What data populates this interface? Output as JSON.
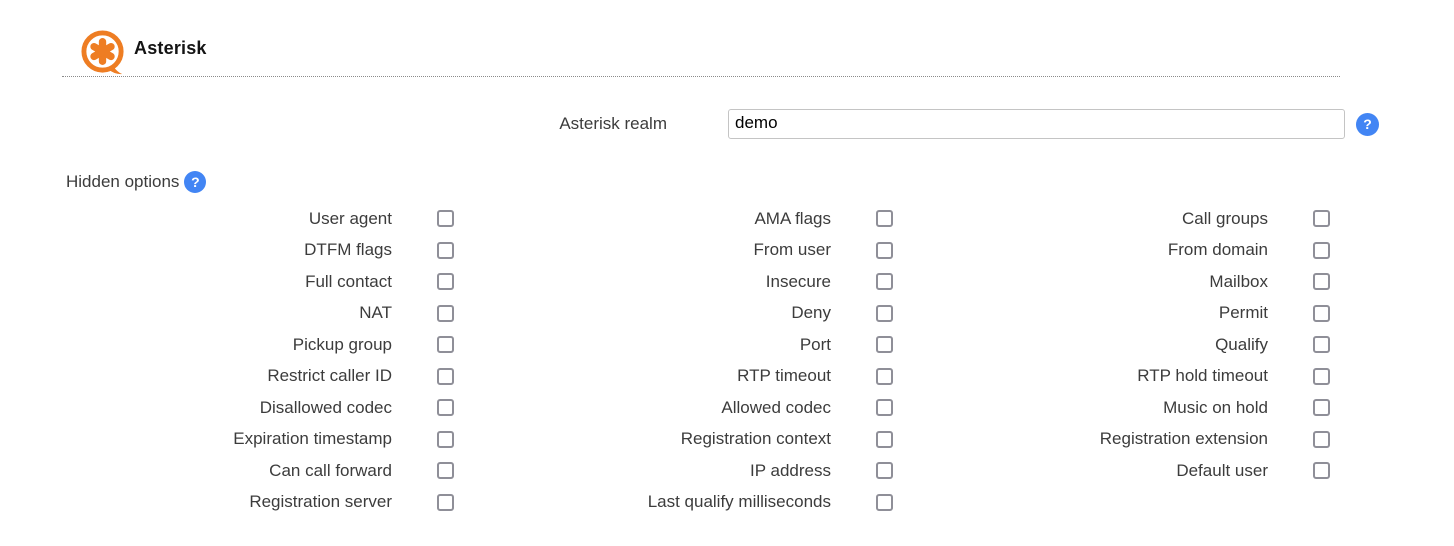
{
  "header": {
    "title": "Asterisk",
    "logo_color": "#ee7d23"
  },
  "realm": {
    "label": "Asterisk realm",
    "value": "demo"
  },
  "icons": {
    "help_glyph": "?",
    "help_color": "#4285f4"
  },
  "hidden_options": {
    "label": "Hidden options",
    "all_checkboxes_unchecked": true,
    "columns": [
      {
        "items": [
          "User agent",
          "DTFM flags",
          "Full contact",
          "NAT",
          "Pickup group",
          "Restrict caller ID",
          "Disallowed codec",
          "Expiration timestamp",
          "Can call forward",
          "Registration server"
        ]
      },
      {
        "items": [
          "AMA flags",
          "From user",
          "Insecure",
          "Deny",
          "Port",
          "RTP timeout",
          "Allowed codec",
          "Registration context",
          "IP address",
          "Last qualify milliseconds"
        ]
      },
      {
        "items": [
          "Call groups",
          "From domain",
          "Mailbox",
          "Permit",
          "Qualify",
          "RTP hold timeout",
          "Music on hold",
          "Registration extension",
          "Default user"
        ]
      }
    ]
  }
}
